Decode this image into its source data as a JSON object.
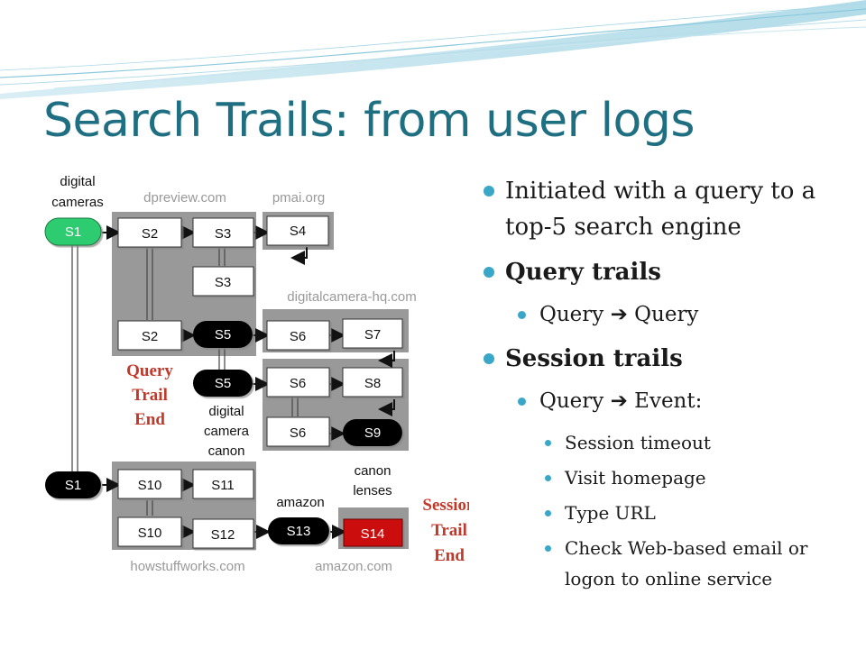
{
  "slide": {
    "title": "Search Trails: from user logs",
    "accent_color": "#1f6f82",
    "bullet_color": "#3aa7c8",
    "trail_end_color": "#c0392b",
    "bullets": [
      {
        "level": 1,
        "text": "Initiated with a query to a top-5 search engine",
        "bold": false
      },
      {
        "level": 1,
        "text": "Query trails",
        "bold": true
      },
      {
        "level": 2,
        "text": "Query  ➔  Query",
        "bold": false
      },
      {
        "level": 1,
        "text": "Session trails",
        "bold": true
      },
      {
        "level": 2,
        "text": "Query  ➔  Event:",
        "bold": false
      },
      {
        "level": 3,
        "text": "Session timeout",
        "bold": false
      },
      {
        "level": 3,
        "text": "Visit homepage",
        "bold": false
      },
      {
        "level": 3,
        "text": "Type URL",
        "bold": false
      },
      {
        "level": 3,
        "text": "Check Web-based email or logon to online service",
        "bold": false
      }
    ]
  },
  "diagram": {
    "nodes": {
      "s1_top": "S1",
      "s2_top": "S2",
      "s3_top": "S3",
      "s4": "S4",
      "s3_mid": "S3",
      "s2_bot": "S2",
      "s5_a": "S5",
      "s6_a": "S6",
      "s7": "S7",
      "s5_b": "S5",
      "s6_b": "S6",
      "s8": "S8",
      "s6_c": "S6",
      "s9": "S9",
      "s1_bot": "S1",
      "s10_a": "S10",
      "s11": "S11",
      "s10_b": "S10",
      "s12": "S12",
      "s13": "S13",
      "s14": "S14"
    },
    "labels": {
      "digital": "digital",
      "cameras": "cameras",
      "dc1": "digital",
      "dc2": "camera",
      "dc3": "canon",
      "canon": "canon",
      "lenses": "lenses",
      "amazon_query": "amazon"
    },
    "sites": {
      "dpreview": "dpreview.com",
      "pmai": "pmai.org",
      "digitalcamera_hq": "digitalcamera-hq.com",
      "howstuffworks": "howstuffworks.com",
      "amazon_site": "amazon.com"
    },
    "query_trail_end": [
      "Query",
      "Trail",
      "End"
    ],
    "session_trail_end": [
      "Session",
      "Trail",
      "End"
    ],
    "colors": {
      "query_node": "#2ecc71",
      "event_node": "#000000",
      "end_node": "#cc1111",
      "group_bg": "#999999"
    }
  }
}
